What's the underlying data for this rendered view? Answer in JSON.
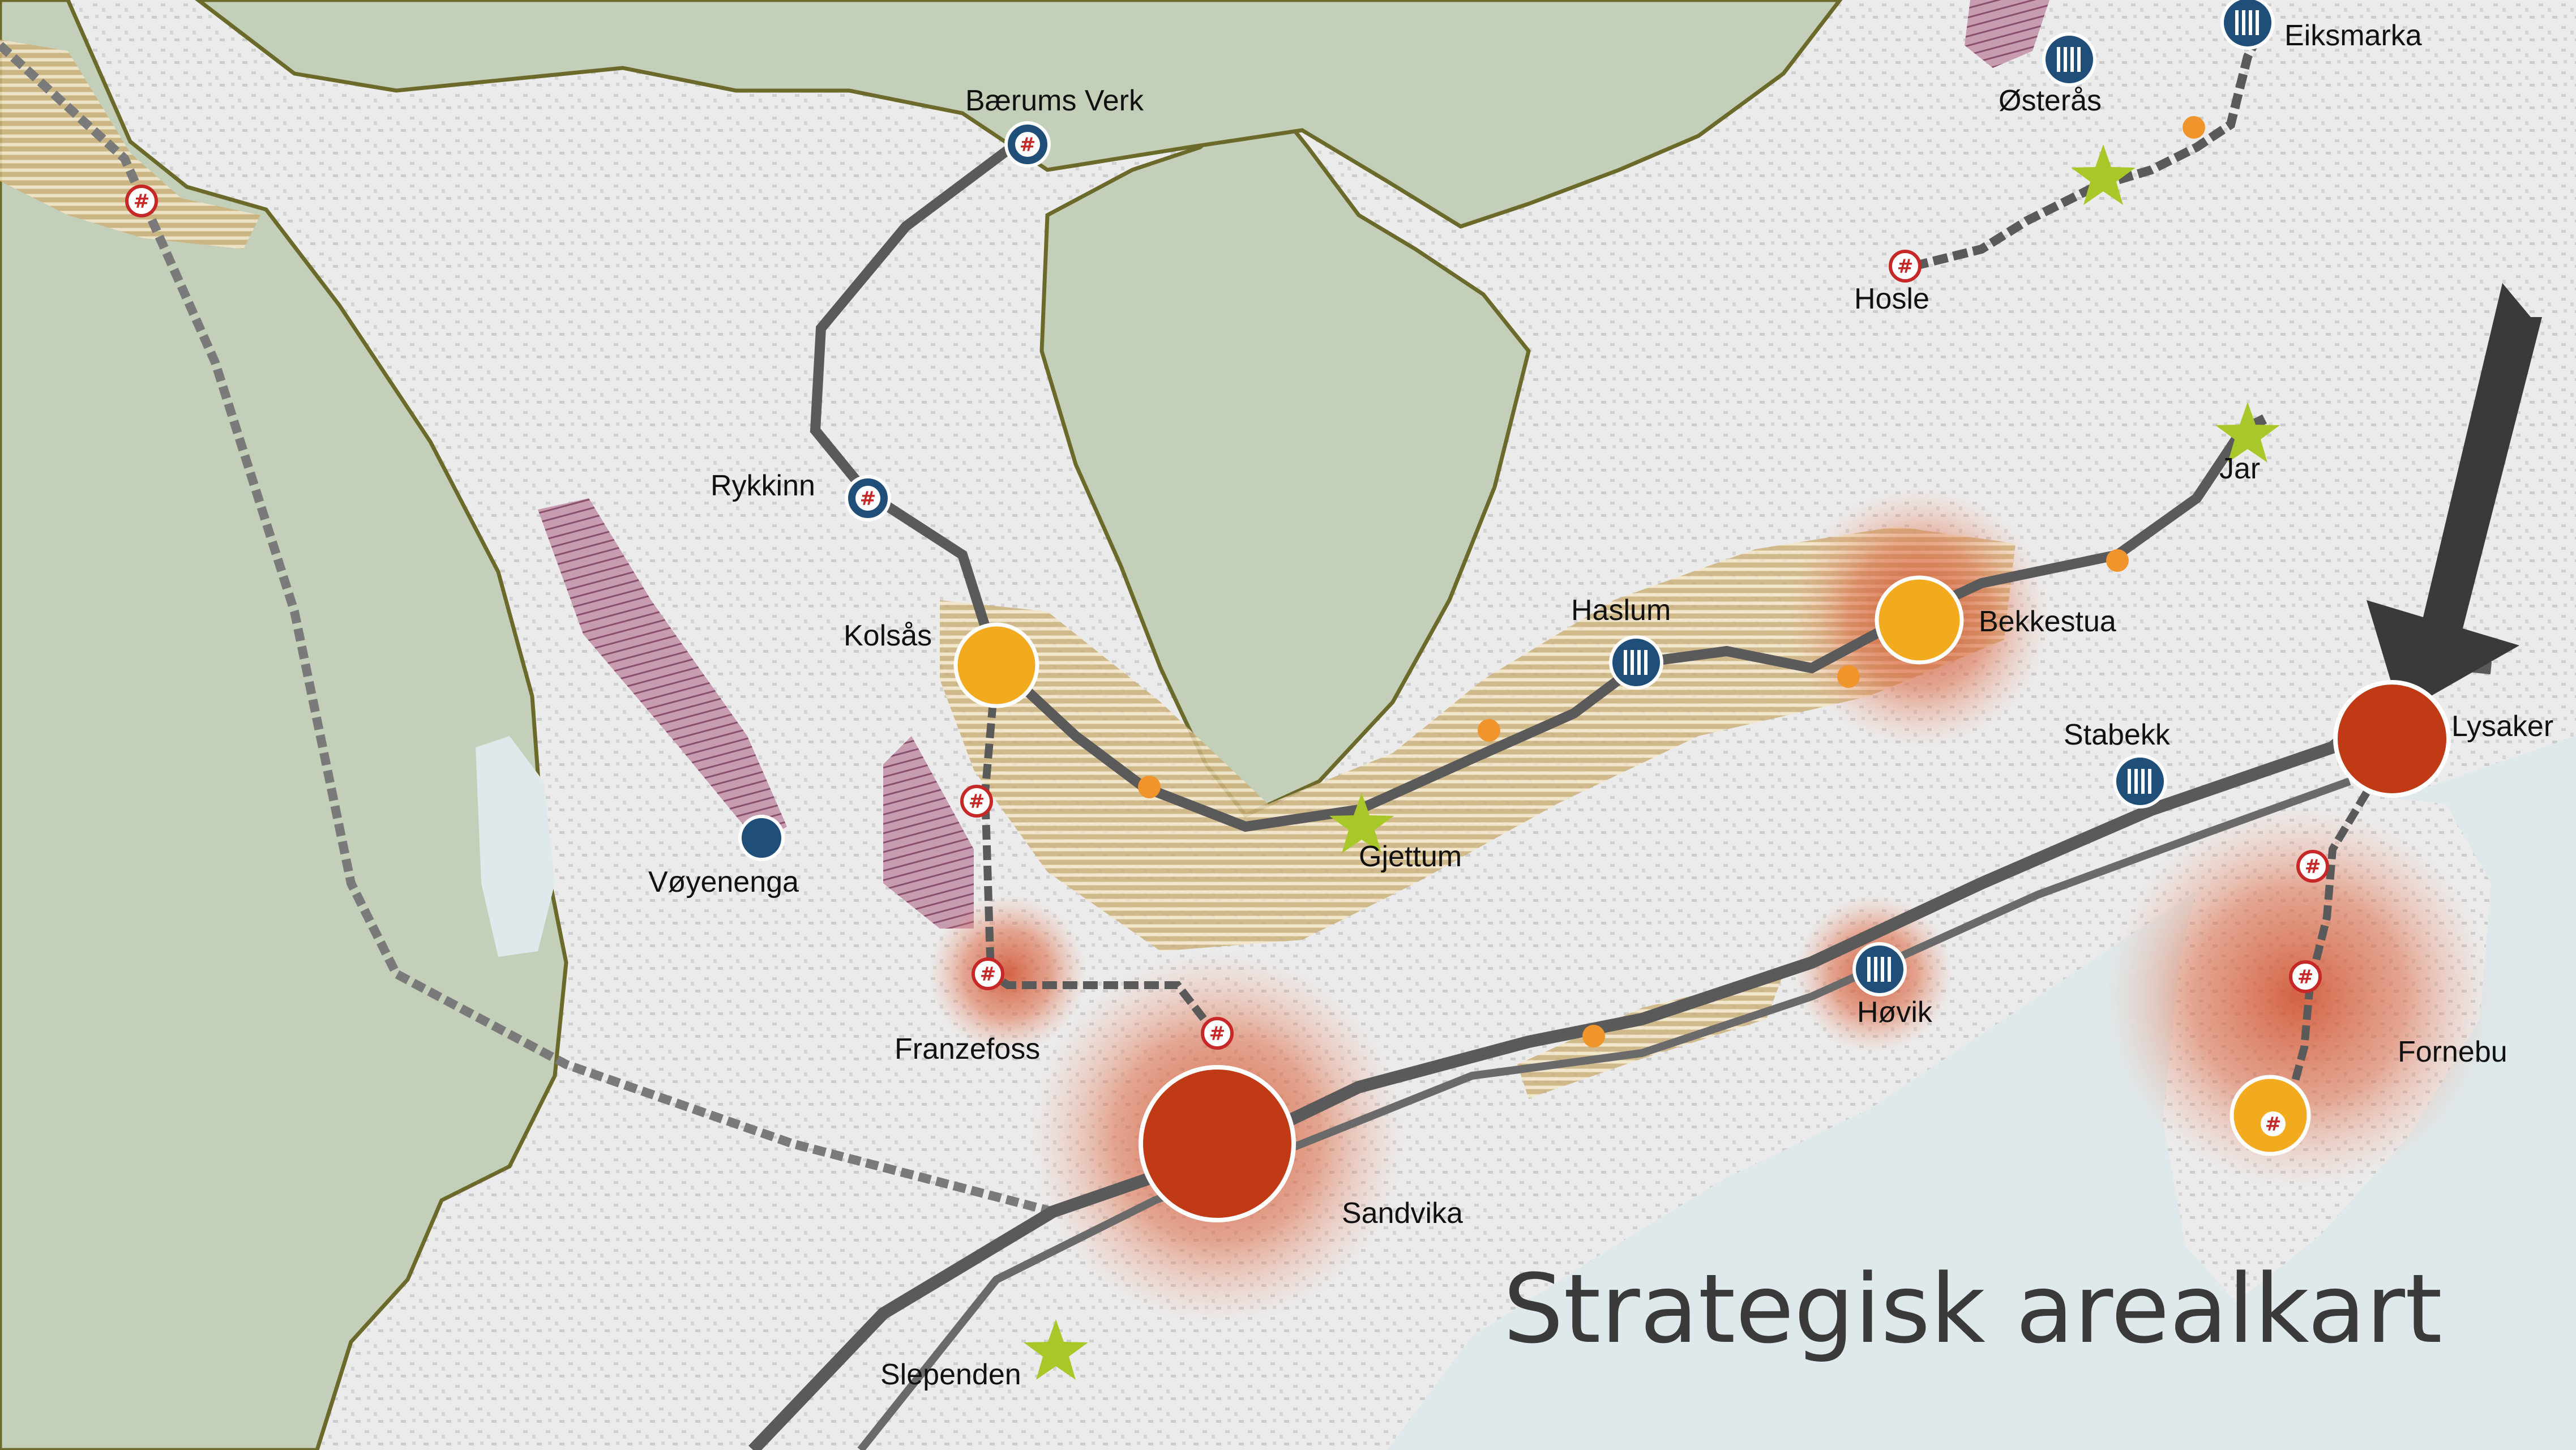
{
  "title": "Strategisk arealkart",
  "colors": {
    "water": "#dfe8ea",
    "forest": "#c3cfb8",
    "forest_border": "#6b6a2a",
    "urban": "#e9e9e9",
    "rail_main": "#5a5a5a",
    "rail_tunnel": "#7a7a7a",
    "node_major": "#bf3a15",
    "node_local": "#f2ab1f",
    "metro_blue": "#1f4e79",
    "stop_orange": "#f0952b",
    "star_green": "#a8c82a",
    "hatch_beige": "#e8c98a",
    "hatch_purple": "#a0607e",
    "arrow": "#3a3a3a"
  },
  "places": [
    {
      "name": "Bærums Verk",
      "symbol": "metro-hash-stop"
    },
    {
      "name": "Rykkinn",
      "symbol": "metro-hash-stop"
    },
    {
      "name": "Kolsås",
      "symbol": "local-center"
    },
    {
      "name": "Vøyenenga",
      "symbol": "metro-stop"
    },
    {
      "name": "Franzefoss",
      "symbol": "hash-stop"
    },
    {
      "name": "Sandvika",
      "symbol": "regional-center"
    },
    {
      "name": "Slependen",
      "symbol": "star-stop"
    },
    {
      "name": "Gjettum",
      "symbol": "star-stop"
    },
    {
      "name": "Haslum",
      "symbol": "station"
    },
    {
      "name": "Bekkestua",
      "symbol": "local-center"
    },
    {
      "name": "Høvik",
      "symbol": "station"
    },
    {
      "name": "Stabekk",
      "symbol": "station"
    },
    {
      "name": "Lysaker",
      "symbol": "regional-center"
    },
    {
      "name": "Fornebu",
      "symbol": "local-center"
    },
    {
      "name": "Jar",
      "symbol": "star-stop"
    },
    {
      "name": "Hosle",
      "symbol": "hash-stop"
    },
    {
      "name": "Østerås",
      "symbol": "station"
    },
    {
      "name": "Eiksmarka",
      "symbol": "station"
    }
  ],
  "symbols": {
    "hash": "#"
  }
}
